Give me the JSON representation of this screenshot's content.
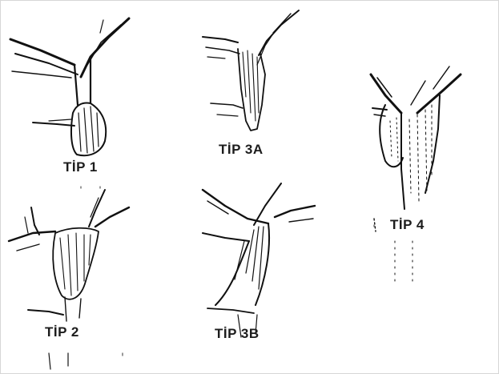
{
  "figure": {
    "panels": [
      {
        "id": "tip1",
        "label": "TİP 1"
      },
      {
        "id": "tip3a",
        "label": "TİP 3A"
      },
      {
        "id": "tip4",
        "label": "TİP 4"
      },
      {
        "id": "tip2",
        "label": "TİP 2"
      },
      {
        "id": "tip3b",
        "label": "TİP 3B"
      }
    ]
  }
}
